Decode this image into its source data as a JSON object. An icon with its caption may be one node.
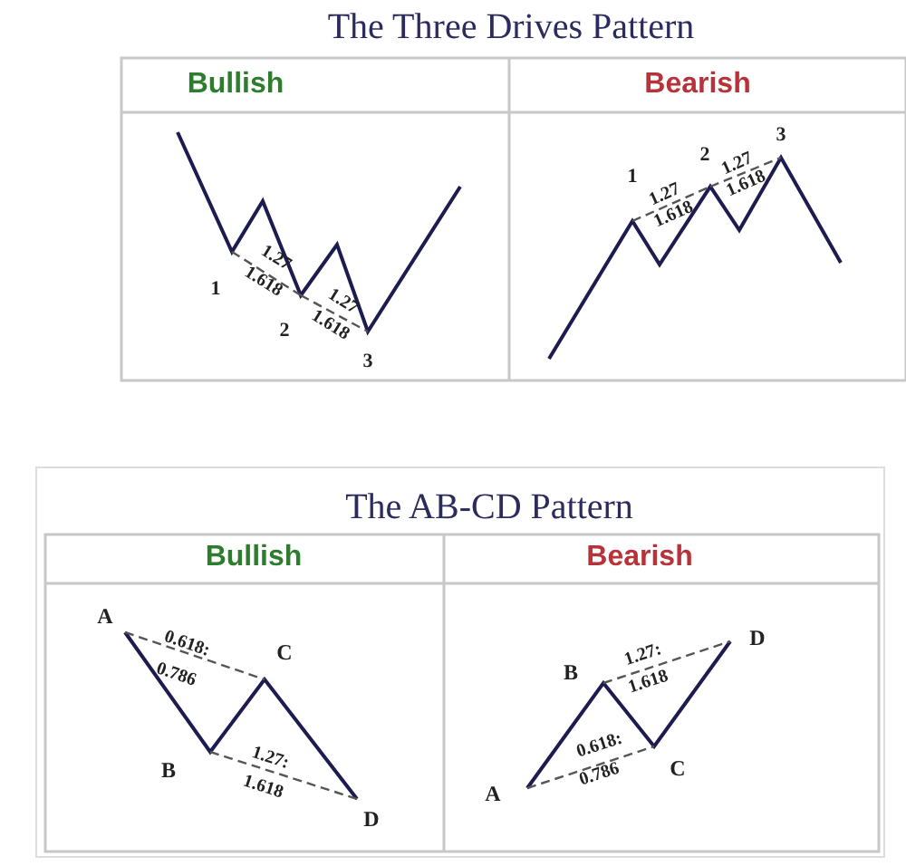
{
  "diagram": {
    "labels": [
      "The Three Drives Pattern",
      "Bullish",
      "Bearish",
      "1.27",
      "1.618",
      "1",
      "1.27",
      "1.618",
      "2",
      "3",
      "3",
      "2",
      "1",
      "1.27",
      "1.618",
      "1.27",
      "1.618",
      "The AB-CD Pattern",
      "Bullish",
      "Bearish",
      "A",
      "0.618:",
      "C",
      "0.786",
      "B",
      "1.27:",
      "1.618",
      "D",
      "D",
      "B",
      "1.27:",
      "1.618",
      "0.618:",
      "C",
      "A",
      "0.786"
    ]
  }
}
